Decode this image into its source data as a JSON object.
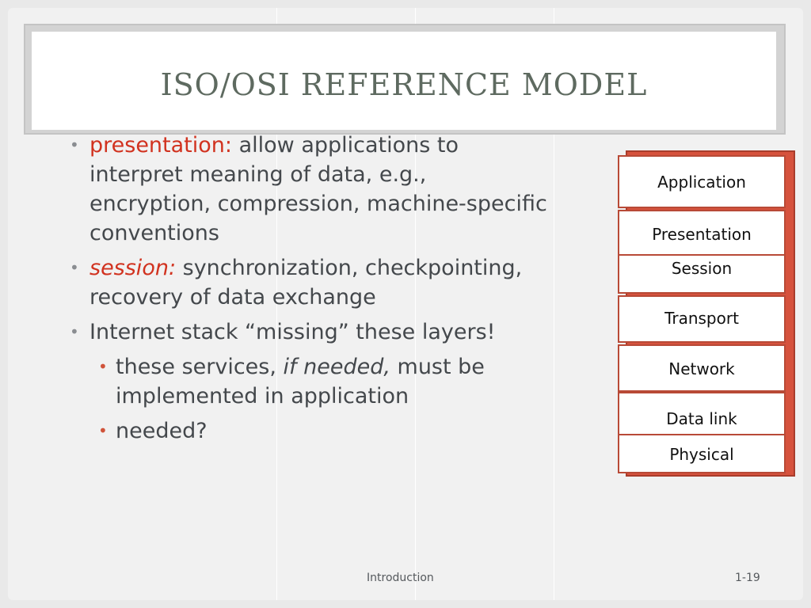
{
  "slide": {
    "title": "ISO/OSI REFERENCE MODEL",
    "bullets": {
      "presentation": {
        "term": "presentation:",
        "text": " allow applications to interpret meaning of data, e.g., encryption, compression, machine-specific conventions"
      },
      "session": {
        "term": "session:",
        "text": " synchronization, checkpointing, recovery of data exchange"
      },
      "internet": {
        "text": "Internet stack “missing” these layers!"
      },
      "sub1": {
        "text_before": "these services, ",
        "italic": "if needed,",
        "text_after": " must be implemented in application"
      },
      "sub2": {
        "text": "needed?"
      }
    },
    "layers": [
      "Application",
      "Presentation",
      "Session",
      "Transport",
      "Network",
      "Data link",
      "Physical"
    ],
    "footer": {
      "center": "Introduction",
      "page": "1-19"
    }
  }
}
